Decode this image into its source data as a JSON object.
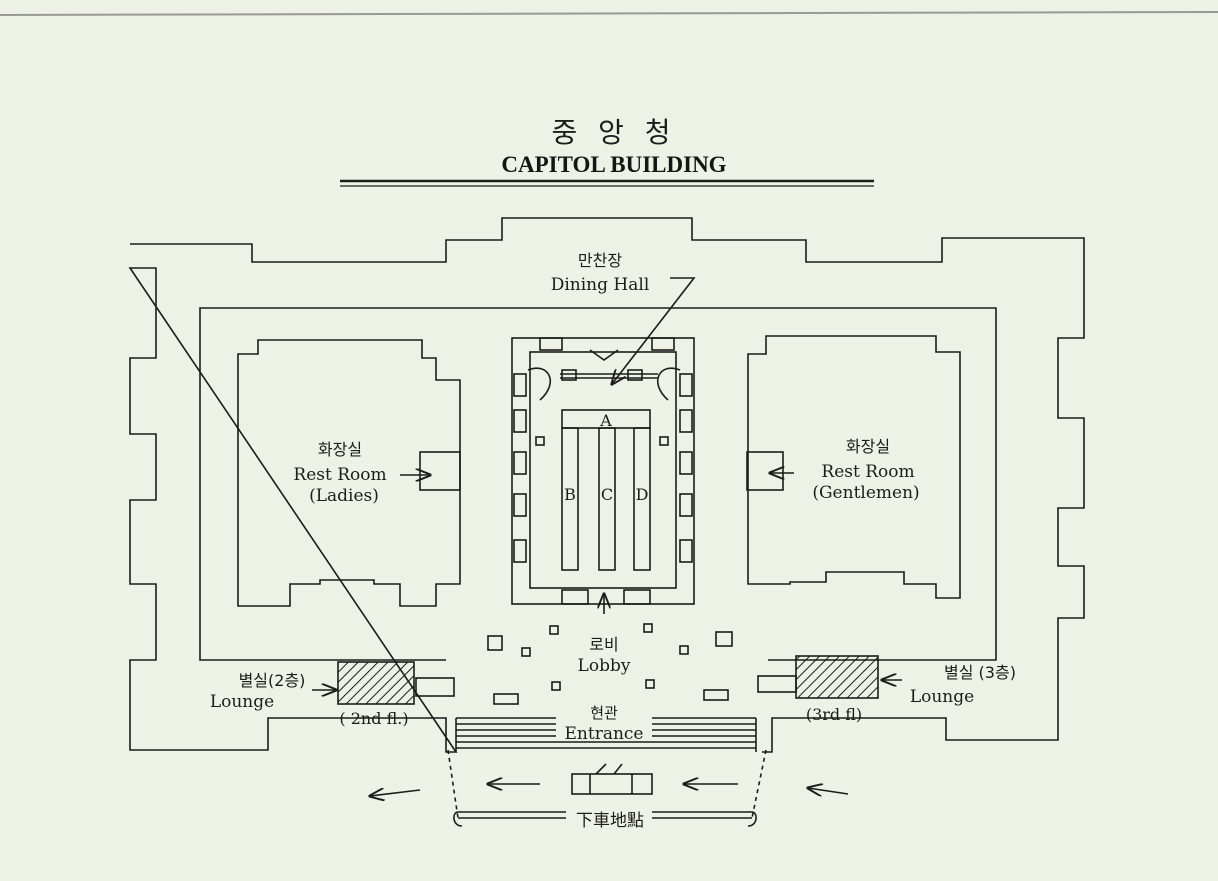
{
  "header": {
    "korean_title": "중 앙 청",
    "english_title": "CAPITOL BUILDING"
  },
  "rooms": {
    "dining_hall": {
      "korean": "만찬장",
      "english": "Dining Hall"
    },
    "rest_room_ladies": {
      "korean": "화장실",
      "english": "Rest Room",
      "sub": "(Ladies)"
    },
    "rest_room_gentlemen": {
      "korean": "화장실",
      "english": "Rest Room",
      "sub": "(Gentlemen)"
    },
    "lobby": {
      "korean": "로비",
      "english": "Lobby"
    },
    "entrance": {
      "korean": "현관",
      "english": "Entrance"
    },
    "lounge_left": {
      "korean": "별실(2층)",
      "english": "Lounge",
      "floor": "( 2nd fl.)"
    },
    "lounge_right": {
      "korean": "별실 (3층)",
      "english": "Lounge",
      "floor": "(3rd fl)"
    },
    "drop_off": {
      "label": "下車地點"
    }
  },
  "tables": {
    "a": "A",
    "b": "B",
    "c": "C",
    "d": "D"
  },
  "colors": {
    "paper": "#eef1e6",
    "ink": "#1c1c1c"
  }
}
